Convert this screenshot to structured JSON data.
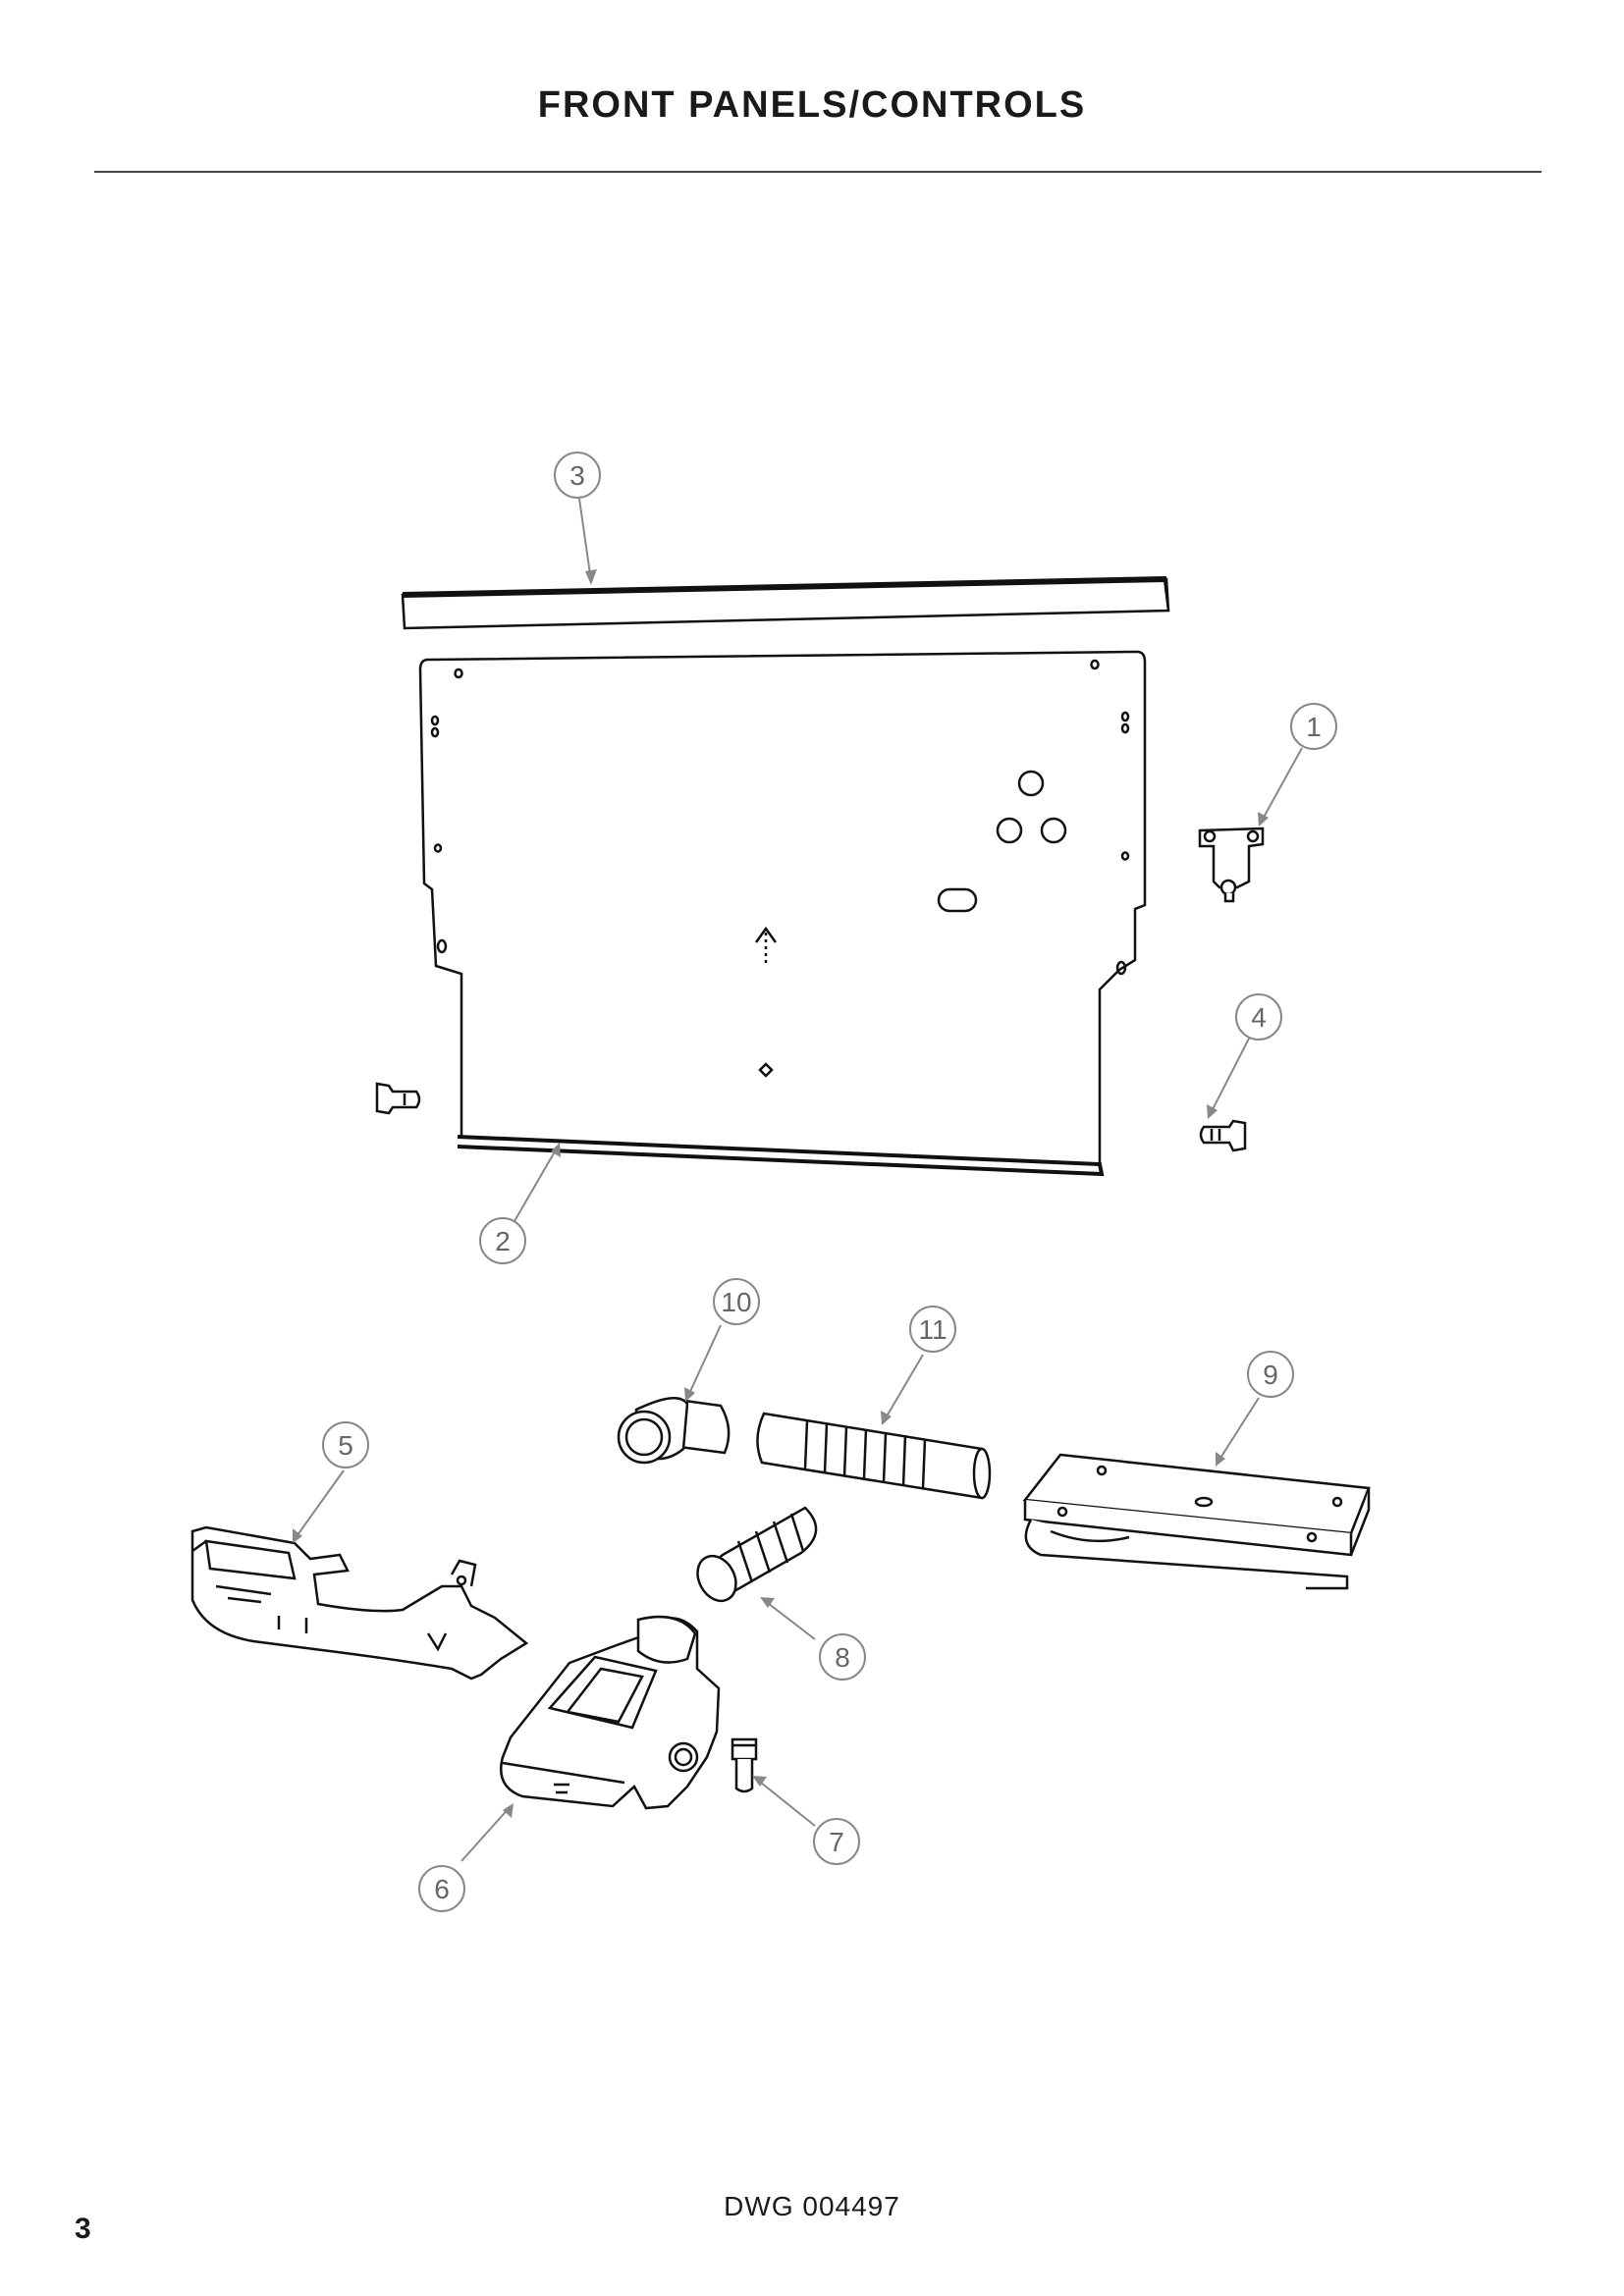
{
  "header": {
    "title": "FRONT PANELS/CONTROLS"
  },
  "callouts": {
    "c1": "1",
    "c2": "2",
    "c3": "3",
    "c4": "4",
    "c5": "5",
    "c6": "6",
    "c7": "7",
    "c8": "8",
    "c9": "9",
    "c10": "10",
    "c11": "11"
  },
  "footer": {
    "drawing_number": "DWG 004497",
    "page_number": "3"
  },
  "colors": {
    "line": "#111111",
    "callout": "#888888",
    "callout_text": "#666666",
    "rule": "#444444"
  }
}
